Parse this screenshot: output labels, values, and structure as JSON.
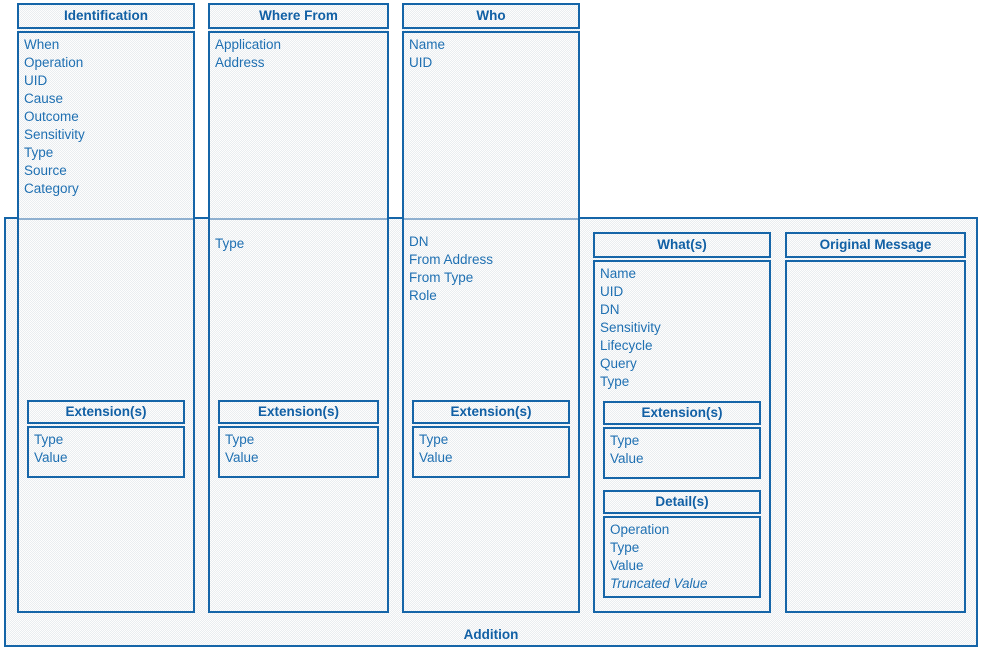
{
  "palette": {
    "border": "#1565a8",
    "text": "#1f70b2",
    "faint_line": "#8fb0d0"
  },
  "addition": {
    "label": "Addition"
  },
  "identification": {
    "title": "Identification",
    "items": [
      "When",
      "Operation",
      "UID",
      "Cause",
      "Outcome",
      "Sensitivity",
      "Type",
      "Source",
      "Category"
    ],
    "extension": {
      "title": "Extension(s)",
      "items": [
        "Type",
        "Value"
      ]
    }
  },
  "where_from": {
    "title": "Where From",
    "items": [
      "Application",
      "Address"
    ],
    "addition_items": [
      "Type"
    ],
    "extension": {
      "title": "Extension(s)",
      "items": [
        "Type",
        "Value"
      ]
    }
  },
  "who": {
    "title": "Who",
    "items": [
      "Name",
      "UID"
    ],
    "addition_items": [
      "DN",
      "From Address",
      "From Type",
      "Role"
    ],
    "extension": {
      "title": "Extension(s)",
      "items": [
        "Type",
        "Value"
      ]
    }
  },
  "whats": {
    "title": "What(s)",
    "items": [
      "Name",
      "UID",
      "DN",
      "Sensitivity",
      "Lifecycle",
      "Query",
      "Type"
    ],
    "extension": {
      "title": "Extension(s)",
      "items": [
        "Type",
        "Value"
      ]
    },
    "details": {
      "title": "Detail(s)",
      "items": [
        "Operation",
        "Type",
        "Value"
      ],
      "italic_item": "Truncated Value"
    }
  },
  "original_message": {
    "title": "Original Message"
  }
}
